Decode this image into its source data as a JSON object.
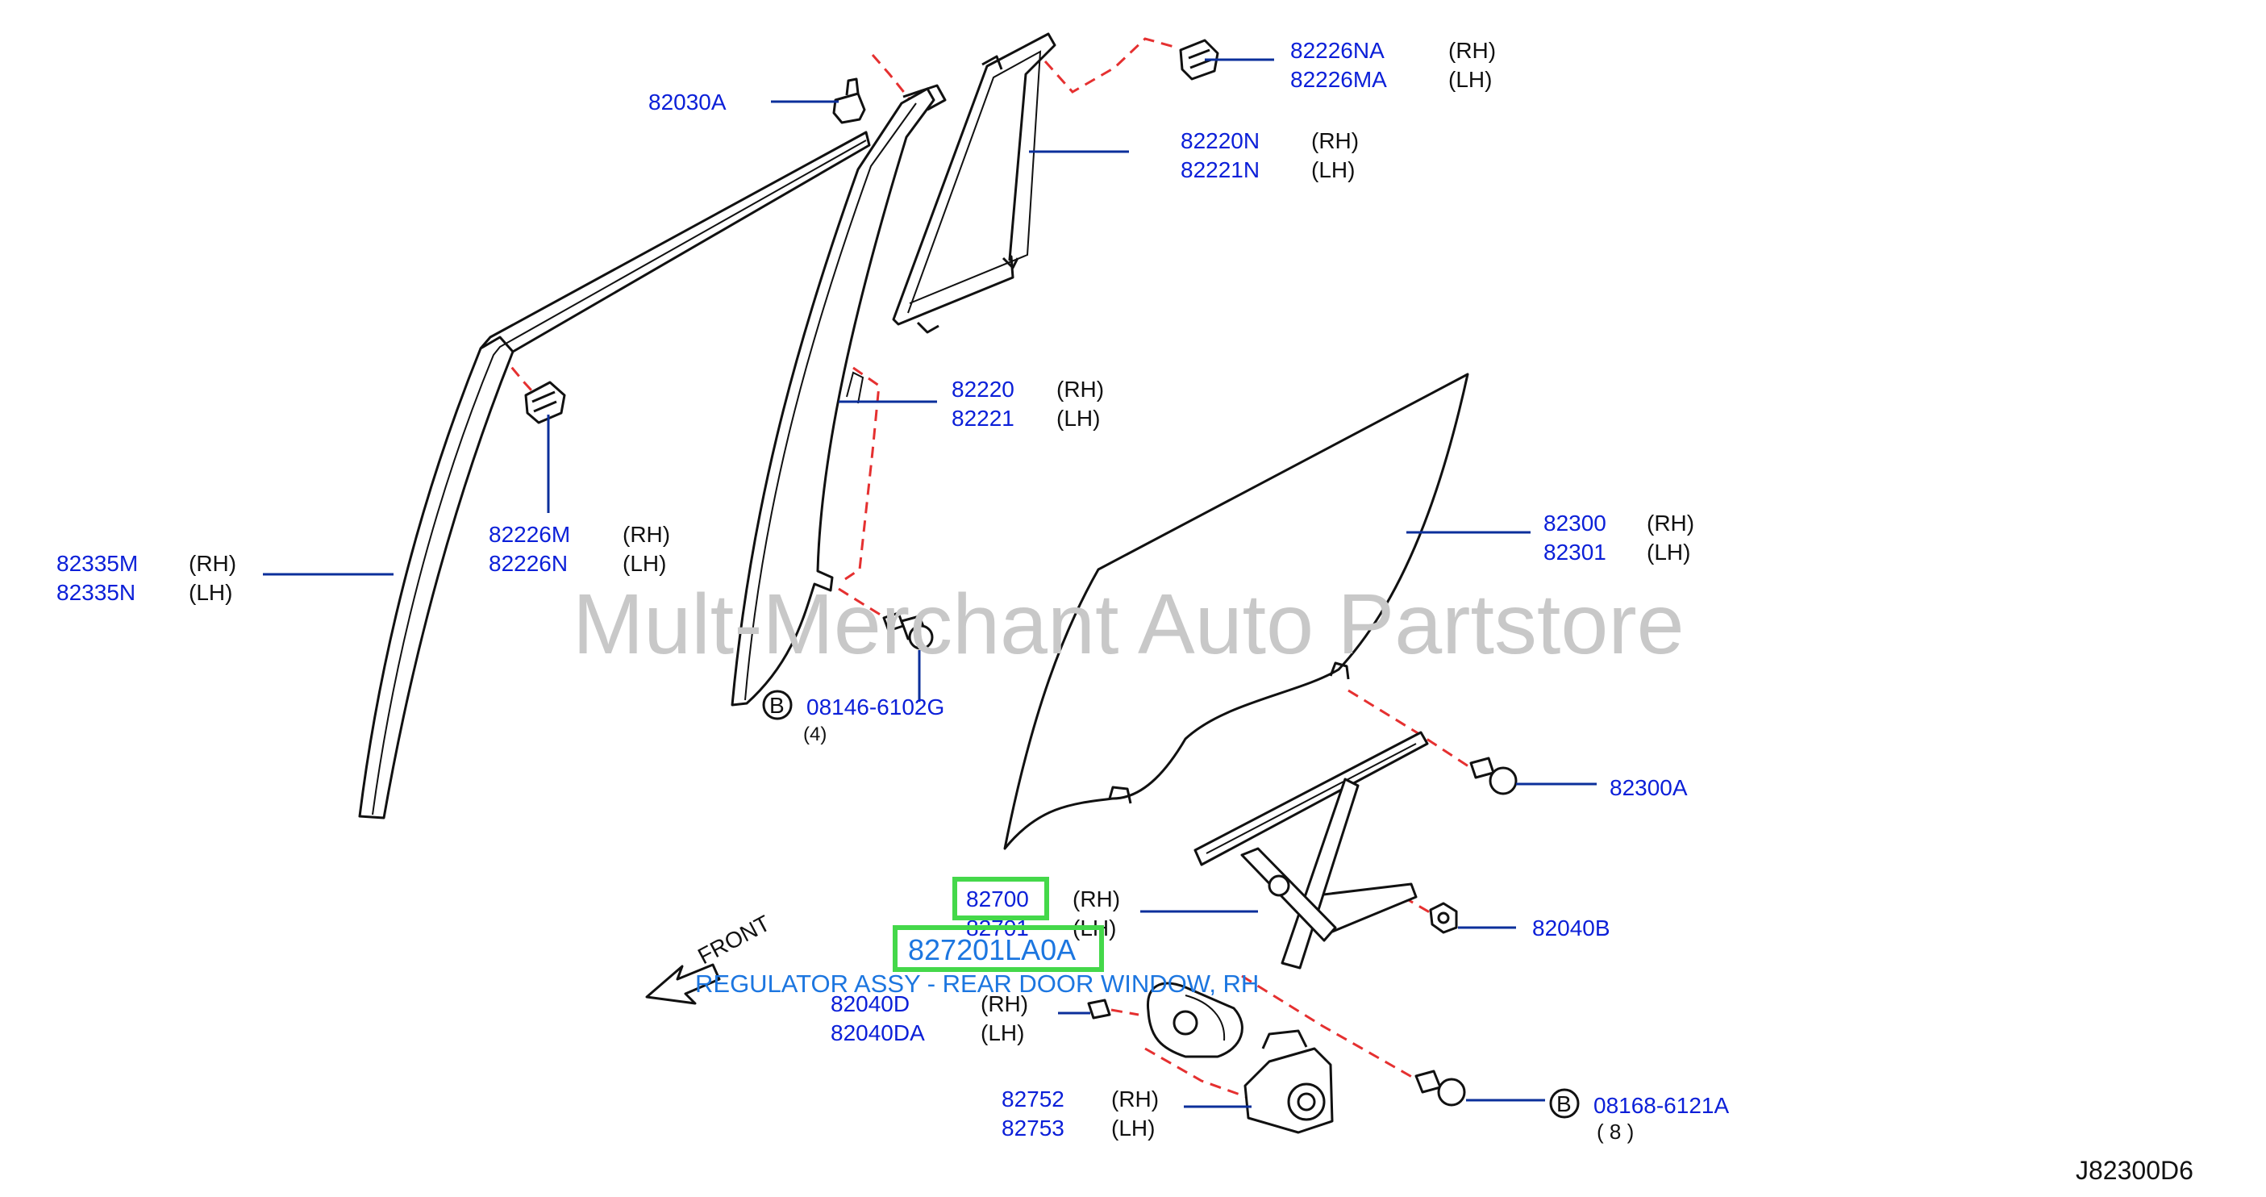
{
  "watermark": "Mult-Merchant Auto Partstore",
  "diagram_code": "J82300D6",
  "front_label": "FRONT",
  "circle_letter": "B",
  "side_rh": "(RH)",
  "side_lh": "(LH)",
  "highlight": {
    "part_number": "827201LA0A",
    "description": "REGULATOR ASSY - REAR DOOR WINDOW, RH"
  },
  "callouts": {
    "p82030A": "82030A",
    "p82226NA": "82226NA",
    "p82226MA": "82226MA",
    "p82220N": "82220N",
    "p82221N": "82221N",
    "p82220": "82220",
    "p82221": "82221",
    "p82226M": "82226M",
    "p82226N": "82226N",
    "p82335M": "82335M",
    "p82335N": "82335N",
    "p82300": "82300",
    "p82301": "82301",
    "p08146": "08146-6102G",
    "p08146_qty": "(4)",
    "p82300A": "82300A",
    "p82700": "82700",
    "p82701": "82701",
    "p82040B": "82040B",
    "p82040D": "82040D",
    "p82040DA": "82040DA",
    "p82752": "82752",
    "p82753": "82753",
    "p08168": "08168-6121A",
    "p08168_qty": "( 8 )"
  }
}
